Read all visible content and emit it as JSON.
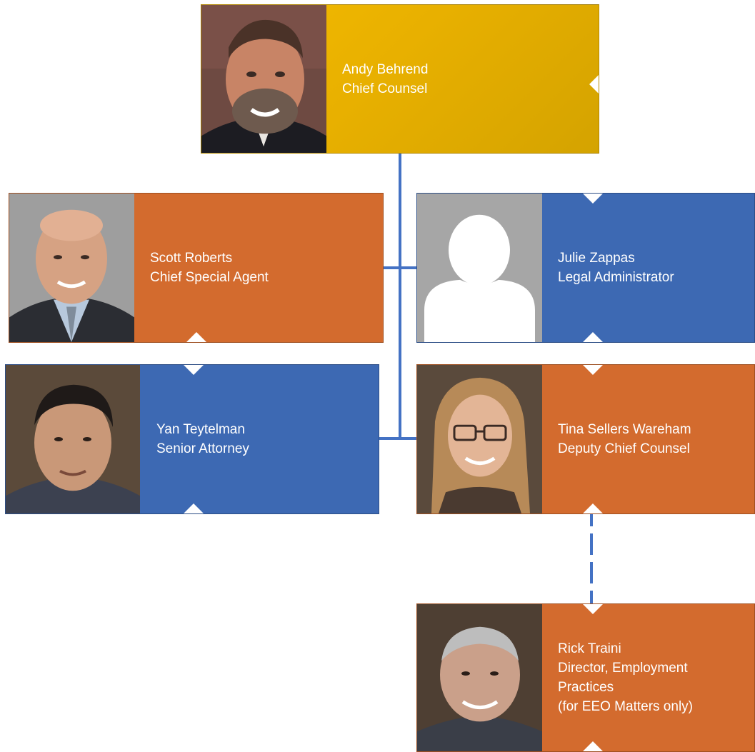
{
  "people": {
    "andy": {
      "name": "Andy Behrend",
      "title": "Chief Counsel"
    },
    "scott": {
      "name": "Scott Roberts",
      "title": "Chief Special Agent"
    },
    "julie": {
      "name": "Julie Zappas",
      "title": "Legal Administrator"
    },
    "yan": {
      "name": "Yan Teytelman",
      "title": "Senior Attorney"
    },
    "tina": {
      "name": "Tina Sellers Wareham",
      "title": "Deputy Chief Counsel"
    },
    "rick": {
      "name": "Rick Traini",
      "title_lines": [
        "Director, Employment",
        "Practices",
        "(for EEO Matters only)"
      ]
    }
  },
  "colors": {
    "gold": "#e8b000",
    "orange": "#d36b2e",
    "blue": "#3d69b3",
    "connector": "#4472c4"
  }
}
